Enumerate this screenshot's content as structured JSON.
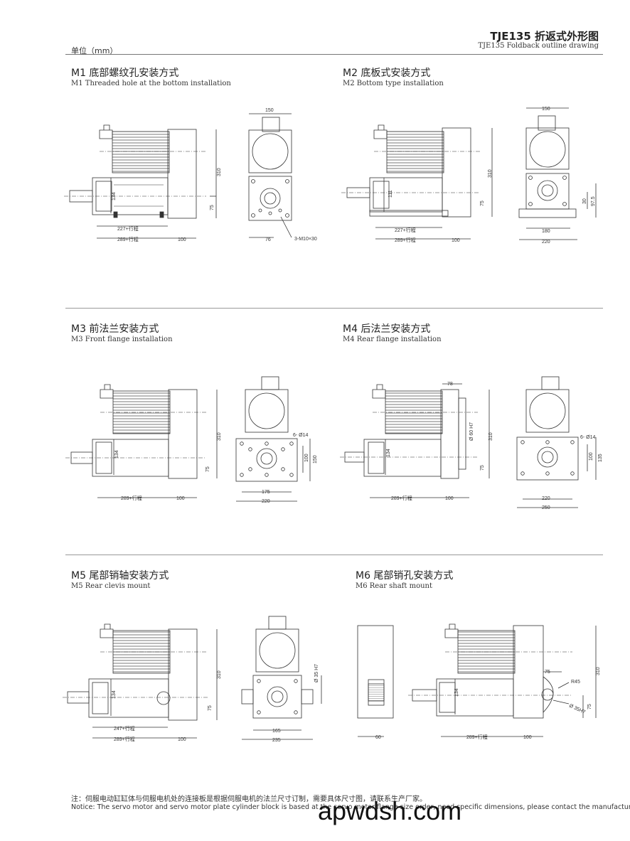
{
  "header": {
    "unit_label": "单位（mm）",
    "title": "TJE135 折返式外形图",
    "subtitle": "TJE135  Foldback outline drawing"
  },
  "sections": [
    {
      "cn": "M1 底部螺纹孔安装方式",
      "en": "M1 Threaded hole at the bottom installation"
    },
    {
      "cn": "M2 底板式安装方式",
      "en": "M2 Bottom type installation"
    },
    {
      "cn": "M3 前法兰安装方式",
      "en": "M3 Front flange installation"
    },
    {
      "cn": "M4 后法兰安装方式",
      "en": "M4 Rear flange installation"
    },
    {
      "cn": "M5 尾部销轴安装方式",
      "en": "M5 Rear clevis mount"
    },
    {
      "cn": "M6 尾部销孔安装方式",
      "en": "M6 Rear shaft mount"
    }
  ],
  "dims": {
    "m1": {
      "top": "150",
      "height": "310",
      "d134": "134",
      "d75": "75",
      "s227": "227+行程",
      "s289": "289+行程",
      "d100": "100",
      "d76": "76",
      "holes": "3-M10×30"
    },
    "m2": {
      "top": "150",
      "height": "310",
      "d111": "111",
      "d75": "75",
      "d30": "30",
      "d975": "97.5",
      "s227": "227+行程",
      "s289": "289+行程",
      "d100": "100",
      "d180": "180",
      "d220": "220"
    },
    "m3": {
      "height": "310",
      "d134": "134",
      "d75": "75",
      "s289": "289+行程",
      "d100": "100",
      "holes": "6- Ø14",
      "d100v": "100",
      "d150": "150",
      "d175": "175",
      "d220": "220"
    },
    "m4": {
      "d78": "78",
      "d60": "Ø 60 H7",
      "height": "310",
      "d134": "134",
      "d75": "75",
      "s289": "289+行程",
      "d100": "100",
      "holes": "6- Ø14",
      "d100v": "100",
      "d135": "135",
      "d220": "220",
      "d250": "250"
    },
    "m5": {
      "height": "310",
      "d134": "134",
      "d75": "75",
      "s247": "247+行程",
      "s289": "289+行程",
      "d100": "100",
      "d35": "Ø 35 H7",
      "d165": "165",
      "d235": "235"
    },
    "m6": {
      "d60": "60",
      "d75": "75",
      "r45": "R45",
      "d35": "Ø 35H7",
      "d134": "134",
      "height": "310",
      "d75v": "75",
      "s289": "289+行程",
      "d100": "100"
    }
  },
  "footer": {
    "note_cn": "注：伺服电动缸缸体与伺服电机处的连接板是根据伺服电机的法兰尺寸订制，需要具体尺寸图，请联系生产厂家。",
    "note_en": "Notice: The servo motor and servo motor plate cylinder block is based at the servo motor flange size order, need specific dimensions, please contact the manufacturer."
  },
  "watermark": "apwdsh.com"
}
